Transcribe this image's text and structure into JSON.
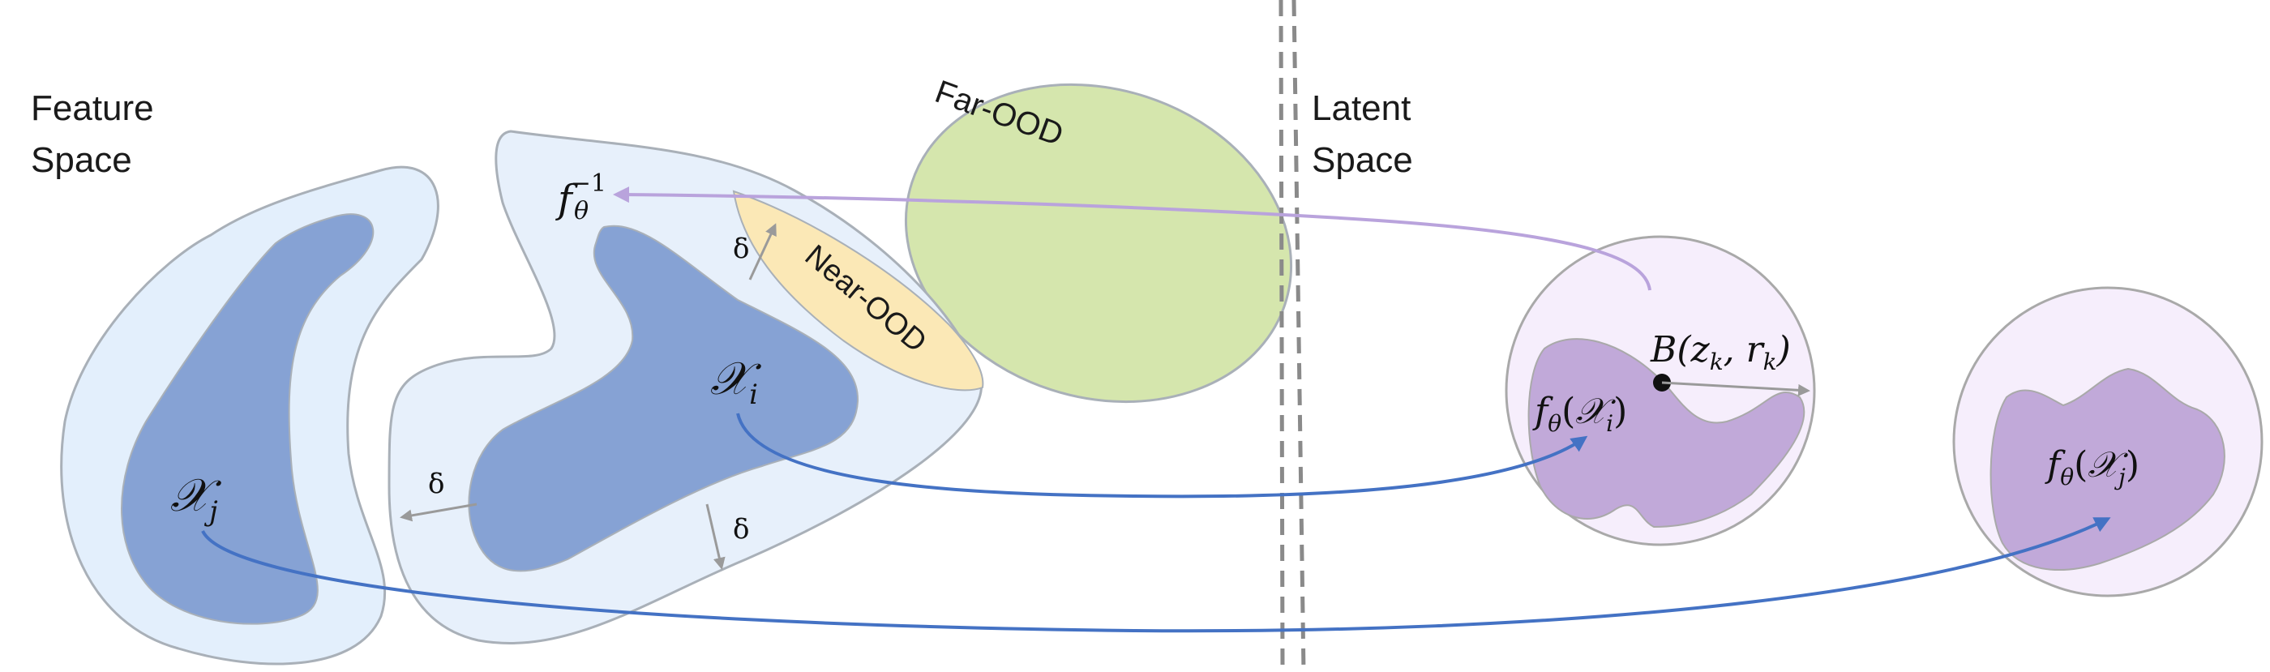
{
  "feature_space": {
    "line1": "Feature",
    "line2": "Space"
  },
  "latent_space": {
    "line1": "Latent",
    "line2": "Space"
  },
  "regions": {
    "far_ood": "Far-OOD",
    "near_ood": "Near-OOD"
  },
  "math": {
    "f": "f",
    "theta": "θ",
    "inverse_exp": "−1",
    "delta": "δ",
    "X": "𝒳",
    "i": "i",
    "j": "j",
    "open_paren": "(",
    "close_paren": ")",
    "ball": "B(z",
    "k": "k",
    "comma_r": ", r",
    "ball_close": ")"
  },
  "colors": {
    "outer_blob": "#e3effc",
    "outer_blob_stroke": "#a9b0b8",
    "inner_blob": "#86a2d4",
    "far_ood": "#d5e6ad",
    "near_ood": "#fbe8b6",
    "latent_ball": "#f6eefc",
    "latent_blob": "#c1a9d9",
    "mapping_arrow": "#4472c4",
    "inverse_arrow": "#b9a3dc",
    "delta_arrow": "#9a9a9a",
    "divider": "#8a8a8a"
  }
}
